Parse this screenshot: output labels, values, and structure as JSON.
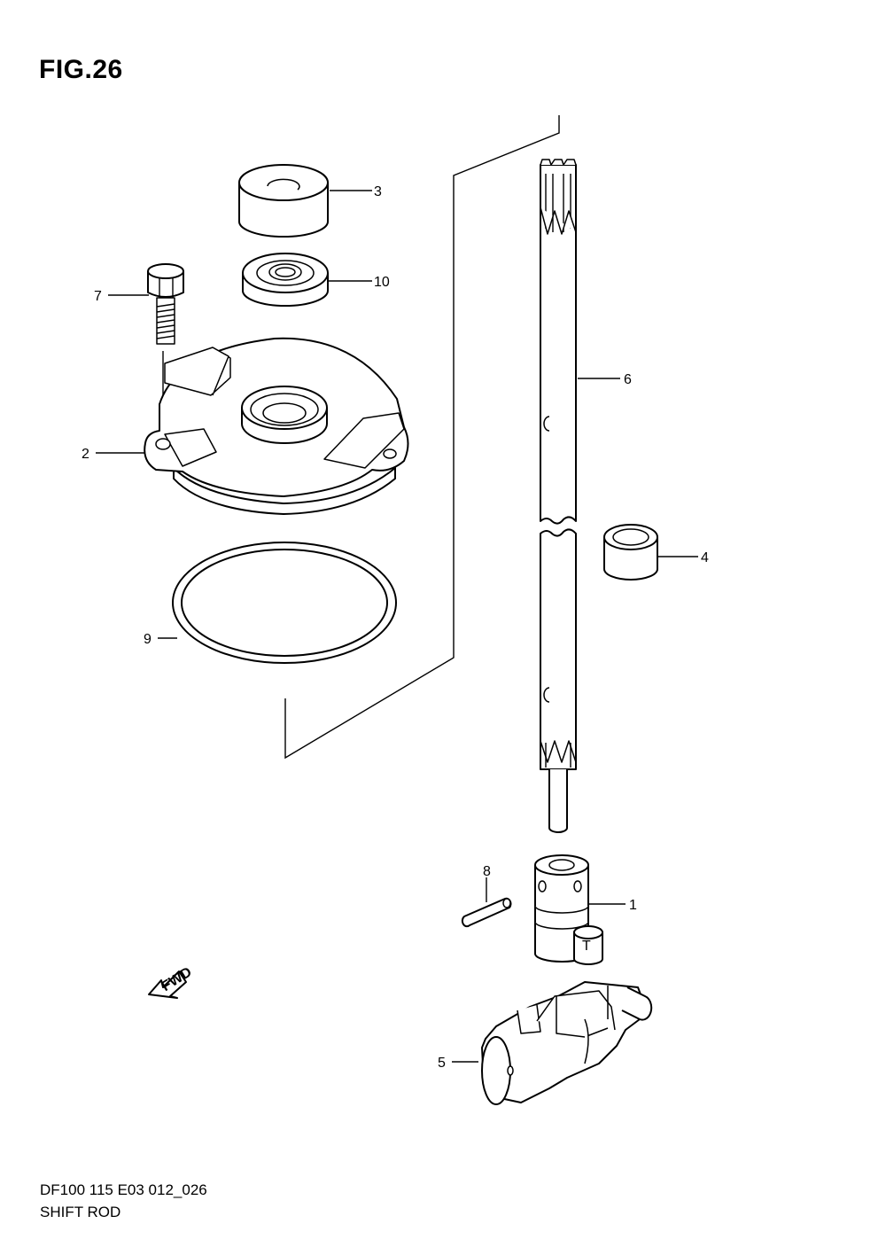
{
  "figure": {
    "title": "FIG.26"
  },
  "footer": {
    "code": "DF100 115 E03 012_026",
    "name": "SHIFT ROD"
  },
  "callouts": {
    "p1": "1",
    "p2": "2",
    "p3": "3",
    "p4": "4",
    "p5": "5",
    "p6": "6",
    "p7": "7",
    "p8": "8",
    "p9": "9",
    "p10": "10"
  },
  "fwd_arrow": {
    "label": "FWD"
  },
  "pin_marks": {
    "t_mark": "T"
  }
}
